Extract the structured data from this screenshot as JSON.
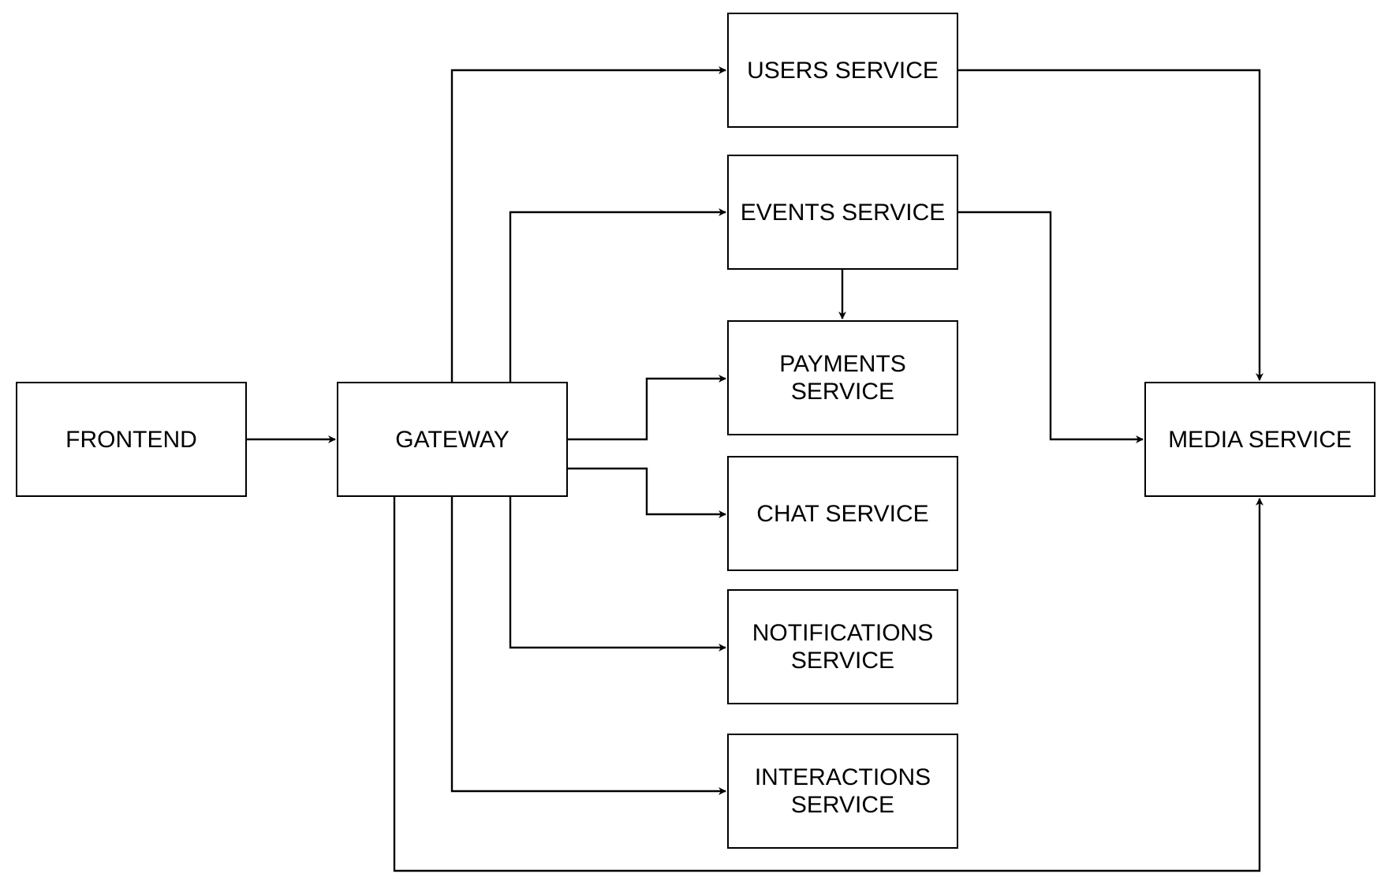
{
  "diagram": {
    "nodes": [
      {
        "id": "frontend",
        "label": "FRONTEND"
      },
      {
        "id": "gateway",
        "label": "GATEWAY"
      },
      {
        "id": "users",
        "label": "USERS SERVICE"
      },
      {
        "id": "events",
        "label": "EVENTS SERVICE"
      },
      {
        "id": "payments",
        "label": "PAYMENTS\nSERVICE"
      },
      {
        "id": "chat",
        "label": "CHAT SERVICE"
      },
      {
        "id": "notifications",
        "label": "NOTIFICATIONS\nSERVICE"
      },
      {
        "id": "interactions",
        "label": "INTERACTIONS\nSERVICE"
      },
      {
        "id": "media",
        "label": "MEDIA SERVICE"
      }
    ],
    "edges": [
      {
        "from": "frontend",
        "to": "gateway"
      },
      {
        "from": "gateway",
        "to": "users"
      },
      {
        "from": "gateway",
        "to": "events"
      },
      {
        "from": "gateway",
        "to": "payments"
      },
      {
        "from": "gateway",
        "to": "chat"
      },
      {
        "from": "gateway",
        "to": "notifications"
      },
      {
        "from": "gateway",
        "to": "interactions"
      },
      {
        "from": "gateway",
        "to": "media"
      },
      {
        "from": "users",
        "to": "media"
      },
      {
        "from": "events",
        "to": "media"
      },
      {
        "from": "events",
        "to": "payments"
      }
    ]
  }
}
